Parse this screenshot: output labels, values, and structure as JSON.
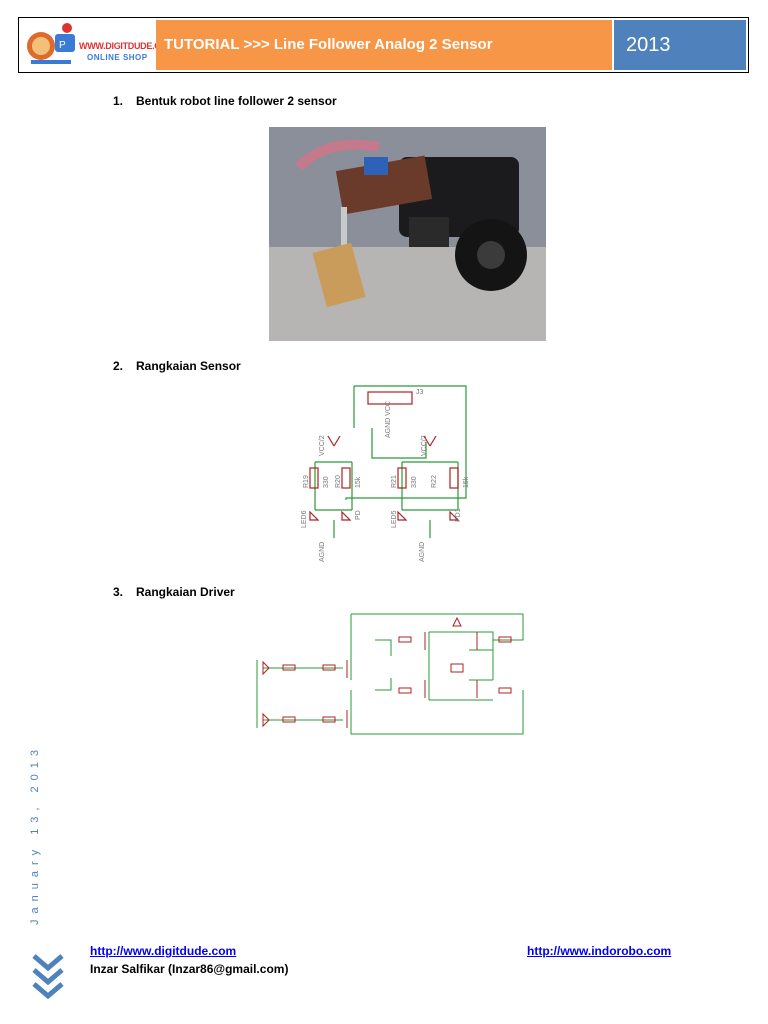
{
  "header": {
    "logo_brand": "WWW.DIGITDUDE.COM",
    "logo_sub": "ONLINE SHOP",
    "title": "TUTORIAL  >>> Line Follower Analog 2 Sensor",
    "year": "2013",
    "colors": {
      "title_bg": "#f79646",
      "year_bg": "#4f81bd"
    }
  },
  "sections": [
    {
      "num": "1.",
      "label": "Bentuk robot line follower 2 sensor"
    },
    {
      "num": "2.",
      "label": "Rangkaian Sensor"
    },
    {
      "num": "3.",
      "label": "Rangkaian Driver"
    }
  ],
  "schematic_sensor": {
    "connector": "J3",
    "vcc_left": "VCC/2",
    "vcc_right": "VCC/2",
    "resistors": [
      "R19",
      "330",
      "R20",
      "15k",
      "R21",
      "330",
      "R22",
      "15k"
    ],
    "leds": [
      "LED6",
      "PD",
      "LED5",
      "PD1"
    ],
    "gnd": [
      "AGND",
      "AGND"
    ],
    "pins": "AGND VCC"
  },
  "side_date": "January 13, 2013",
  "footer": {
    "link_left": "http://www.digitdude.com",
    "link_right": "http://www.indorobo.com",
    "author": "Inzar Salfikar (Inzar86@gmail.com)"
  }
}
